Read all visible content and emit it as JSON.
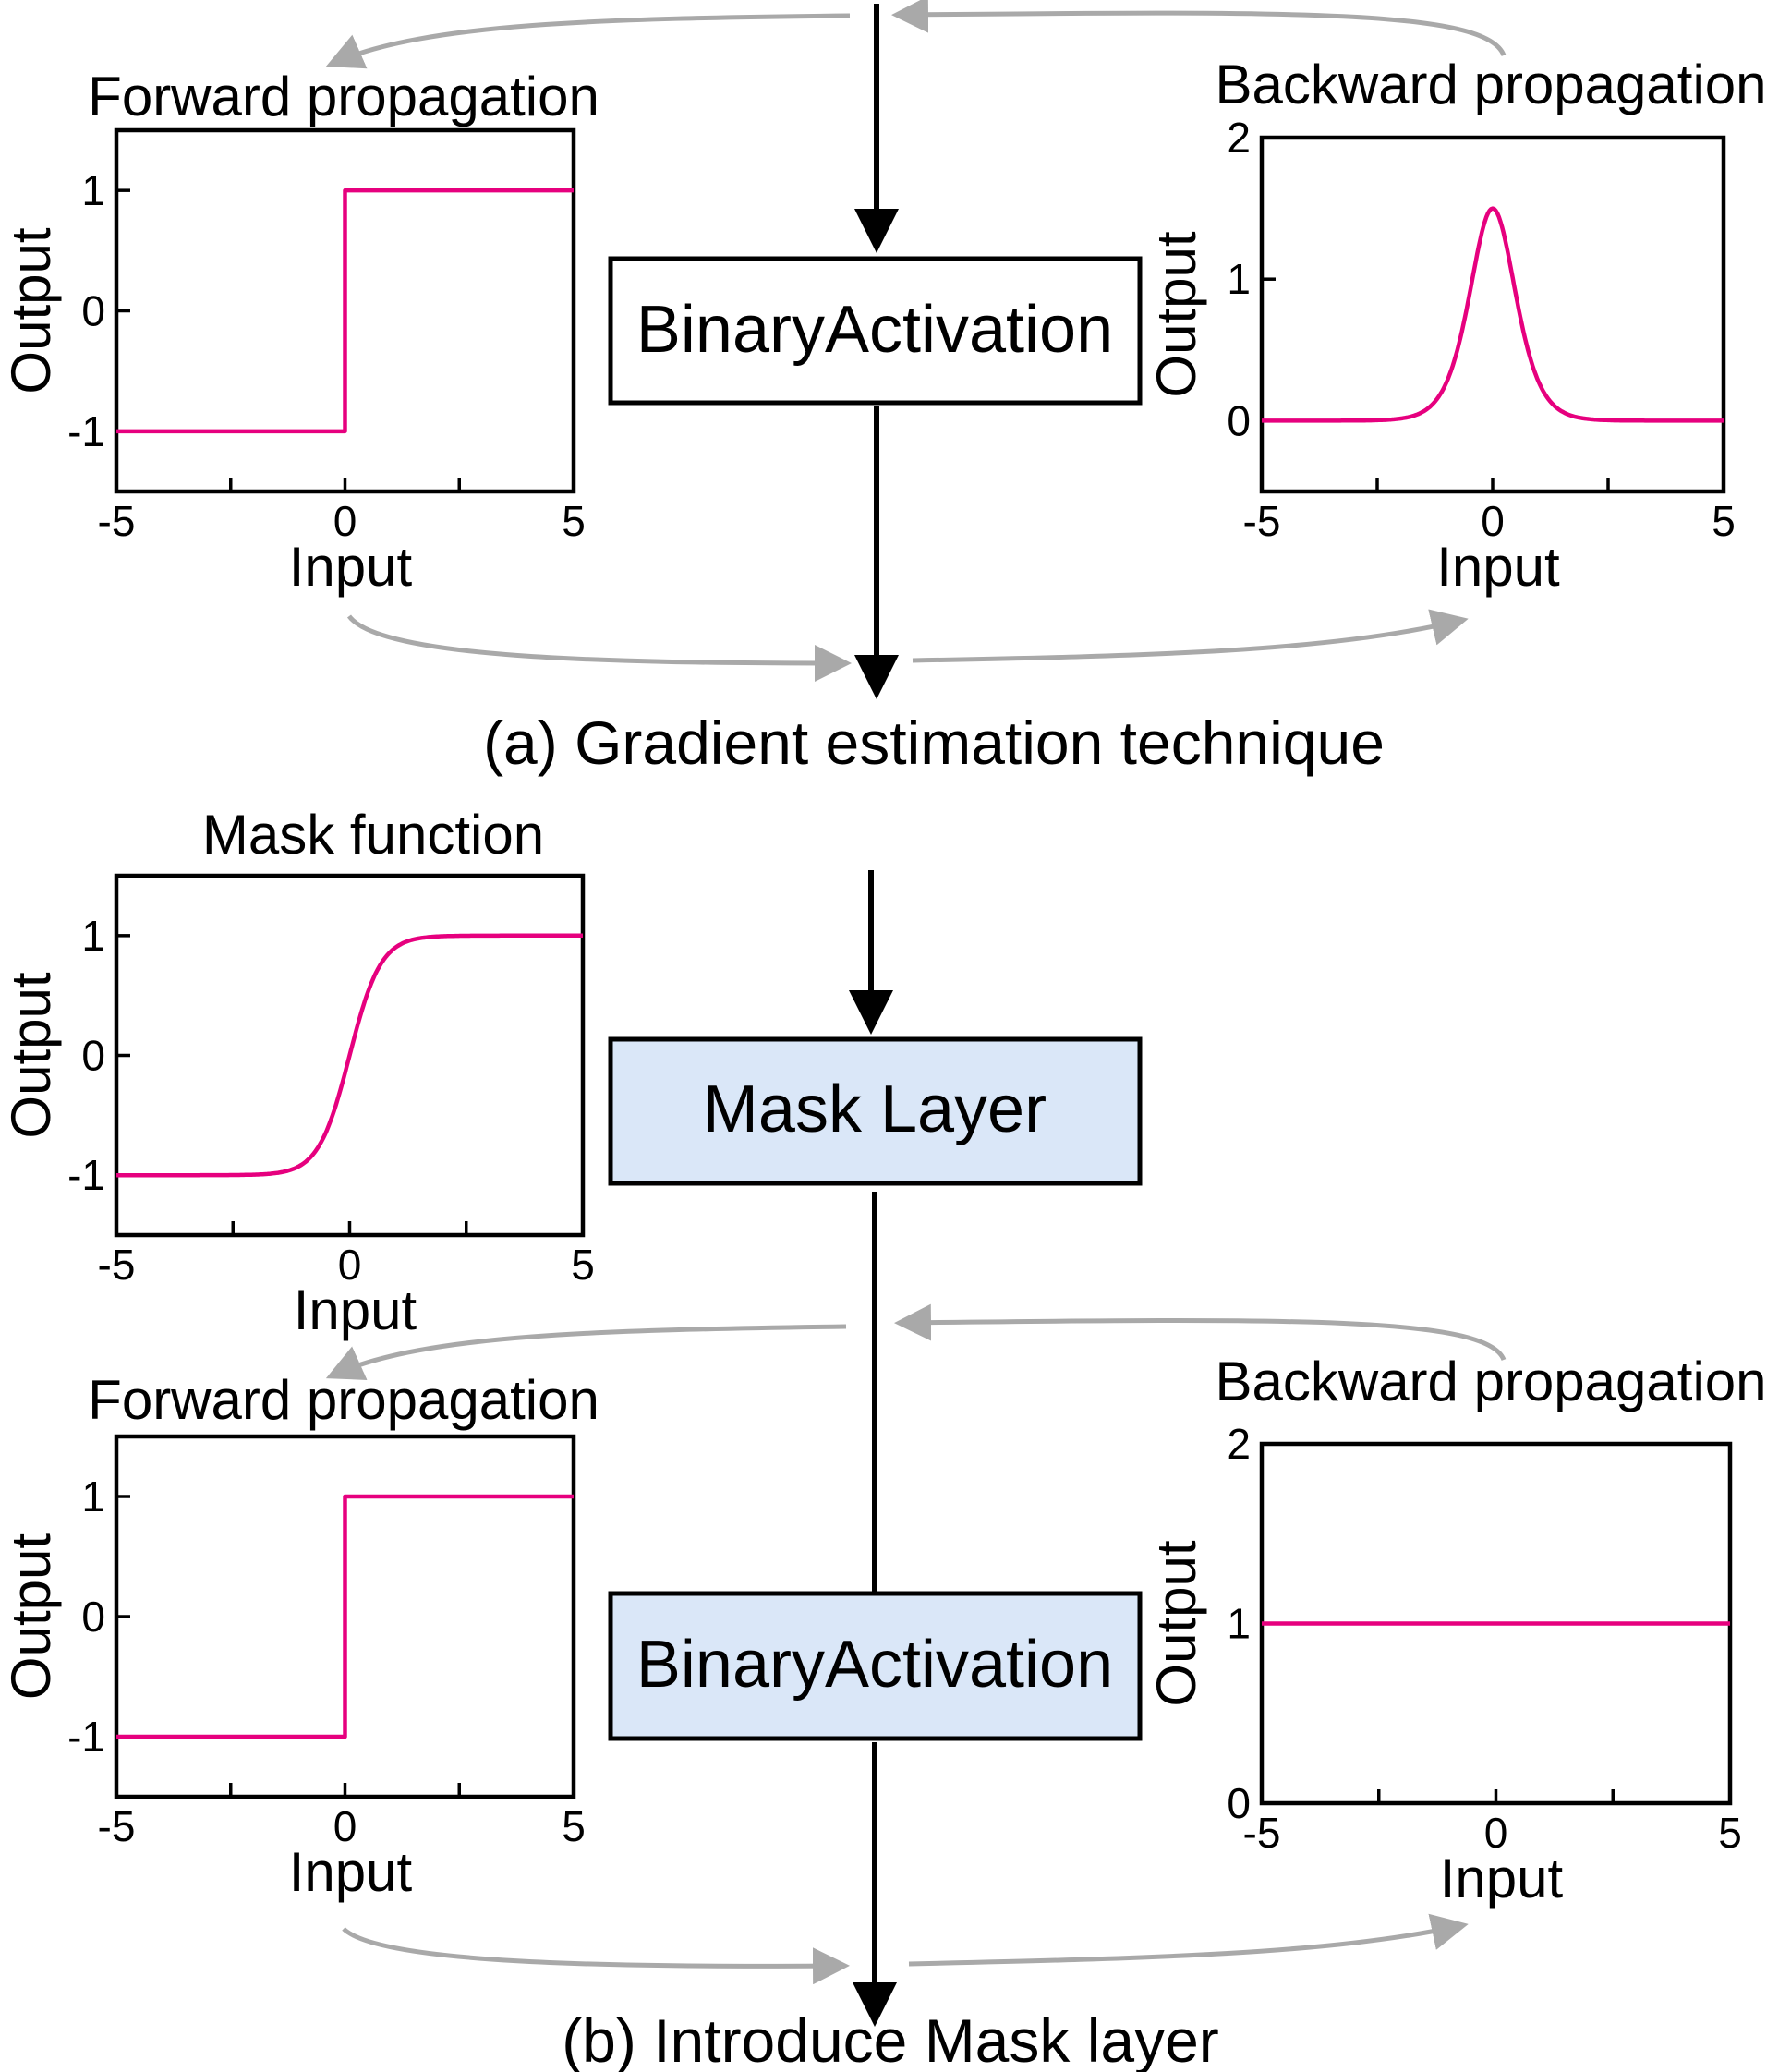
{
  "colors": {
    "curve": "#e6007e",
    "gradient_arrow": "#a9a9a9",
    "white_block": "#ffffff",
    "blue_block": "#dae7f8"
  },
  "section_a": {
    "caption": "(a) Gradient estimation technique",
    "block": {
      "label": "BinaryActivation",
      "fill": "white"
    },
    "forward_plot": {
      "title": "Forward propagation",
      "xlabel": "Input",
      "ylabel": "Output",
      "xticks": [
        "-5",
        "0",
        "5"
      ],
      "yticks": [
        "-1",
        "0",
        "1"
      ],
      "xlim": [
        -5,
        5
      ],
      "ylim": [
        -1.5,
        1.5
      ],
      "function": "sign"
    },
    "backward_plot": {
      "title": "Backward propagation",
      "xlabel": "Input",
      "ylabel": "Output",
      "xticks": [
        "-5",
        "0",
        "5"
      ],
      "yticks": [
        "0",
        "1",
        "2"
      ],
      "xlim": [
        -5,
        5
      ],
      "ylim": [
        -0.5,
        2
      ],
      "function": "bump"
    }
  },
  "section_b": {
    "caption": "(b) Introduce Mask layer",
    "mask_block": {
      "label": "Mask Layer",
      "fill": "blue"
    },
    "binary_block": {
      "label": "BinaryActivation",
      "fill": "blue"
    },
    "mask_plot": {
      "title": "Mask function",
      "xlabel": "Input",
      "ylabel": "Output",
      "xticks": [
        "-5",
        "0",
        "5"
      ],
      "yticks": [
        "-1",
        "0",
        "1"
      ],
      "xlim": [
        -5,
        5
      ],
      "ylim": [
        -1.5,
        1.5
      ],
      "function": "tanh"
    },
    "forward_plot": {
      "title": "Forward propagation",
      "xlabel": "Input",
      "ylabel": "Output",
      "xticks": [
        "-5",
        "0",
        "5"
      ],
      "yticks": [
        "-1",
        "0",
        "1"
      ],
      "xlim": [
        -5,
        5
      ],
      "ylim": [
        -1.5,
        1.5
      ],
      "function": "sign"
    },
    "backward_plot": {
      "title": "Backward propagation",
      "xlabel": "Input",
      "ylabel": "Output",
      "xticks": [
        "-5",
        "0",
        "5"
      ],
      "yticks": [
        "0",
        "1",
        "2"
      ],
      "xlim": [
        -5,
        5
      ],
      "ylim": [
        0,
        2
      ],
      "function": "constant_1"
    }
  }
}
